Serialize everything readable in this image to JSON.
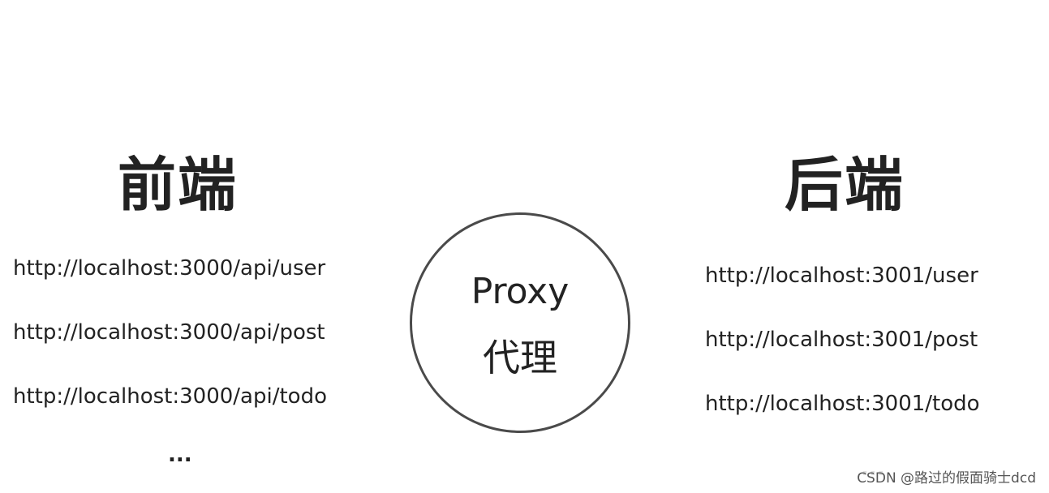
{
  "frontend": {
    "title": "前端",
    "urls": [
      "http://localhost:3000/api/user",
      "http://localhost:3000/api/post",
      "http://localhost:3000/api/todo"
    ],
    "ellipsis": "..."
  },
  "proxy": {
    "label_en": "Proxy",
    "label_zh": "代理"
  },
  "backend": {
    "title": "后端",
    "urls": [
      "http://localhost:3001/user",
      "http://localhost:3001/post",
      "http://localhost:3001/todo"
    ],
    "ellipsis": "..."
  },
  "watermark": "CSDN @路过的假面骑士dcd"
}
